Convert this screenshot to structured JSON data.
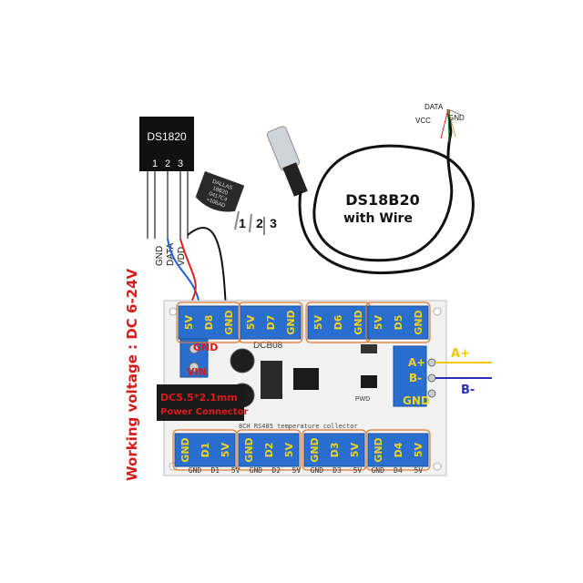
{
  "sensor_chip": {
    "label": "DS1820",
    "pins": [
      "1",
      "2",
      "3"
    ],
    "wire_labels": [
      "GND",
      "DATA",
      "VDD"
    ]
  },
  "to92": {
    "marking": [
      "DALLAS",
      "18B20",
      "0417C4",
      "+106AD"
    ],
    "pins": [
      "1",
      "2",
      "3"
    ]
  },
  "probe": {
    "label_line1": "DS18B20",
    "label_line2": "with Wire",
    "wire_labels": [
      "DATA",
      "VCC",
      "GND"
    ]
  },
  "voltage_note": "Working voltage :  DC 6-24V",
  "power": {
    "gnd": "GND",
    "vin": "VIN",
    "connector_line1": "DC5.5*2.1mm",
    "connector_line2": "Power Connector"
  },
  "board": {
    "model": "DCB08",
    "silk_title": "8CH RS485 temperature collector",
    "pwr_label": "PWD",
    "top_blocks": [
      [
        "5V",
        "D8",
        "GND"
      ],
      [
        "5V",
        "D7",
        "GND"
      ],
      [
        "5V",
        "D6",
        "GND"
      ],
      [
        "5V",
        "D5",
        "GND"
      ]
    ],
    "bottom_blocks": [
      [
        "GND",
        "D1",
        "5V"
      ],
      [
        "GND",
        "D2",
        "5V"
      ],
      [
        "GND",
        "D3",
        "5V"
      ],
      [
        "GND",
        "D4",
        "5V"
      ]
    ],
    "bottom_silk": [
      "GND",
      "D1",
      "5V",
      "GND",
      "D2",
      "5V",
      "GND",
      "D3",
      "5V",
      "GND",
      "D4",
      "5V"
    ],
    "rs485_terms": [
      "A+",
      "B-",
      "GND"
    ]
  },
  "rs485_labels": {
    "a": "A+",
    "b": "B-"
  },
  "colors": {
    "terminal_blue": "#2a6fd0",
    "label_yellow": "#f2d21a",
    "red_text": "#d81b1b",
    "a_line": "#f0c800",
    "b_line": "#2b2fb8",
    "pcb": "#f2f2f2"
  }
}
